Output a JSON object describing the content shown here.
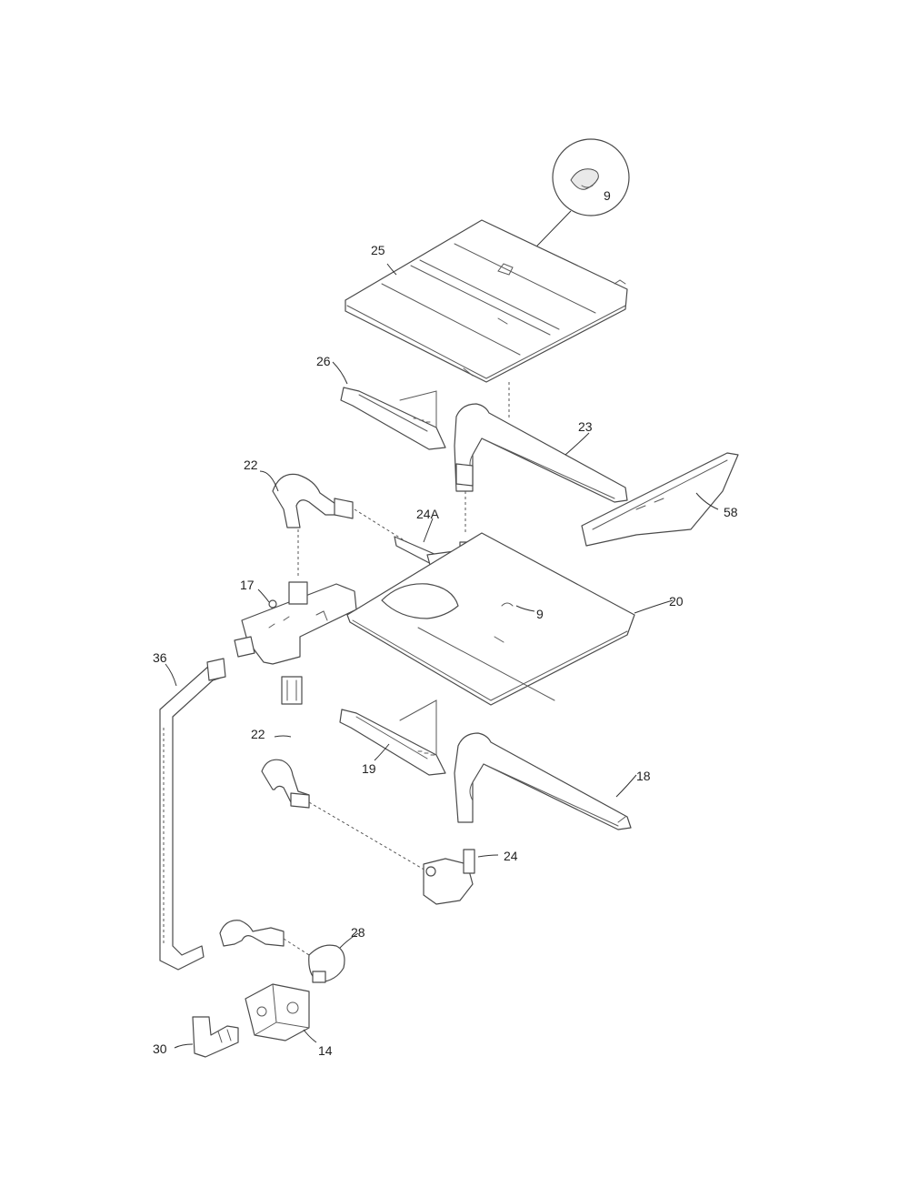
{
  "labels": {
    "l9a": "9",
    "l25": "25",
    "l26": "26",
    "l23": "23",
    "l22a": "22",
    "l24a": "24A",
    "l58": "58",
    "l17": "17",
    "l9b": "9",
    "l20": "20",
    "l36": "36",
    "l22b": "22",
    "l19": "19",
    "l18": "18",
    "l24": "24",
    "l28": "28",
    "l30": "30",
    "l14": "14"
  }
}
